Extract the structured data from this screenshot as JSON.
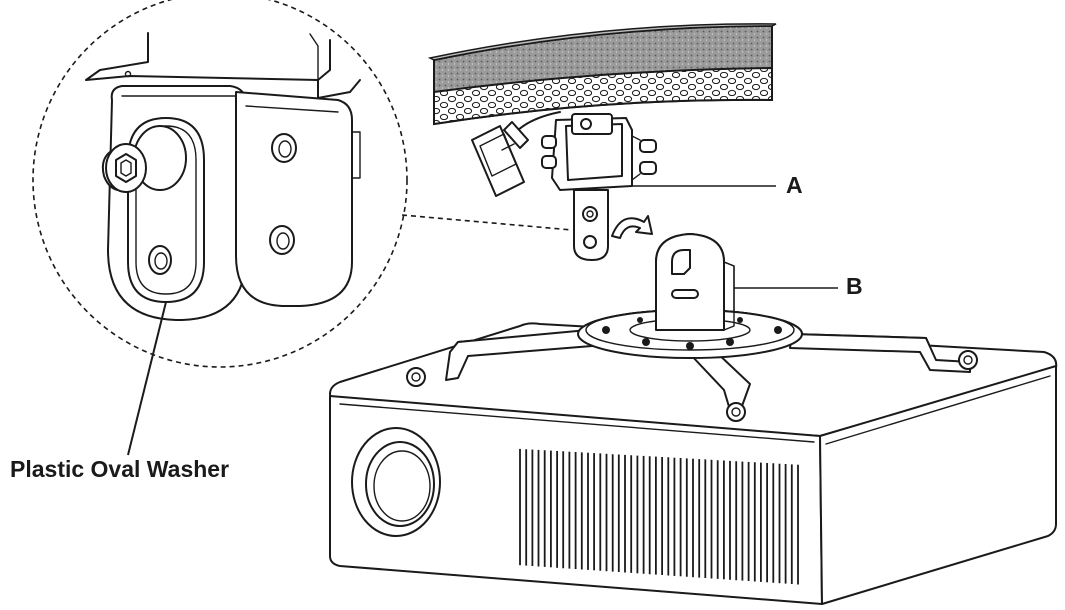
{
  "labels": {
    "a": "A",
    "b": "B",
    "washer": "Plastic Oval Washer"
  },
  "colors": {
    "line": "#1a1a1a",
    "foam": "#8c8c8c",
    "background": "#ffffff"
  }
}
